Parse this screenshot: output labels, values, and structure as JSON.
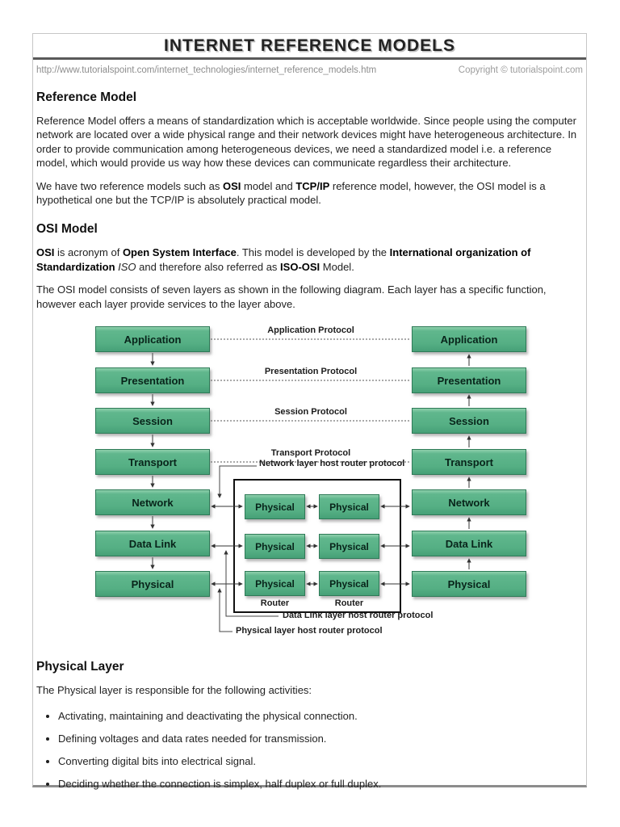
{
  "header": {
    "title": "INTERNET REFERENCE MODELS",
    "url": "http://www.tutorialspoint.com/internet_technologies/internet_reference_models.htm",
    "copyright": "Copyright © tutorialspoint.com"
  },
  "reference_model": {
    "heading": "Reference Model",
    "para1": "Reference Model offers a means of standardization which is acceptable worldwide. Since people using the computer network are located over a wide physical range and their network devices might have heterogeneous architecture. In order to provide communication among heterogeneous devices, we need a standardized model i.e. a reference model, which would provide us way how these devices can communicate regardless their architecture.",
    "para2_rich": [
      {
        "t": "We have two reference models such as "
      },
      {
        "t": "OSI",
        "b": true
      },
      {
        "t": " model and "
      },
      {
        "t": "TCP/IP",
        "b": true
      },
      {
        "t": " reference model, however, the OSI model is a hypothetical one but the TCP/IP is absolutely practical model."
      }
    ]
  },
  "osi_model": {
    "heading": "OSI Model",
    "para1_rich": [
      {
        "t": "OSI",
        "b": true
      },
      {
        "t": " is acronym of "
      },
      {
        "t": "Open System Interface",
        "b": true
      },
      {
        "t": ". This model is developed by the "
      },
      {
        "t": "International organization of Standardization",
        "b": true
      },
      {
        "t": " "
      },
      {
        "t": "ISO",
        "i": true
      },
      {
        "t": " and therefore also referred as "
      },
      {
        "t": "ISO-OSI",
        "b": true
      },
      {
        "t": " Model."
      }
    ],
    "para2": "The OSI model consists of seven layers as shown in the following diagram. Each layer has a specific function, however each layer provide services to the layer above."
  },
  "diagram": {
    "left_layers": [
      "Application",
      "Presentation",
      "Session",
      "Transport",
      "Network",
      "Data Link",
      "Physical"
    ],
    "right_layers": [
      "Application",
      "Presentation",
      "Session",
      "Transport",
      "Network",
      "Data Link",
      "Physical"
    ],
    "protocol_labels": [
      "Application Protocol",
      "Presentation Protocol",
      "Session Protocol",
      "Transport Protocol"
    ],
    "host_router_labels": {
      "network": "Network layer host router protocol",
      "data_link": "Data Link layer host router protocol",
      "physical": "Physical layer host router protocol"
    },
    "router_physical_label": "Physical",
    "router_caption": "Router",
    "colors": {
      "box_fill": "#57b287",
      "box_border": "#2e7a57",
      "wire": "#333333",
      "router_frame": "#111111"
    }
  },
  "physical_layer": {
    "heading": "Physical Layer",
    "intro": "The Physical layer is responsible for the following activities:",
    "bullets": [
      "Activating, maintaining and deactivating the physical connection.",
      "Defining voltages and data rates needed for transmission.",
      "Converting digital bits into electrical signal.",
      "Deciding whether the connection is simplex, half duplex or full duplex."
    ]
  }
}
